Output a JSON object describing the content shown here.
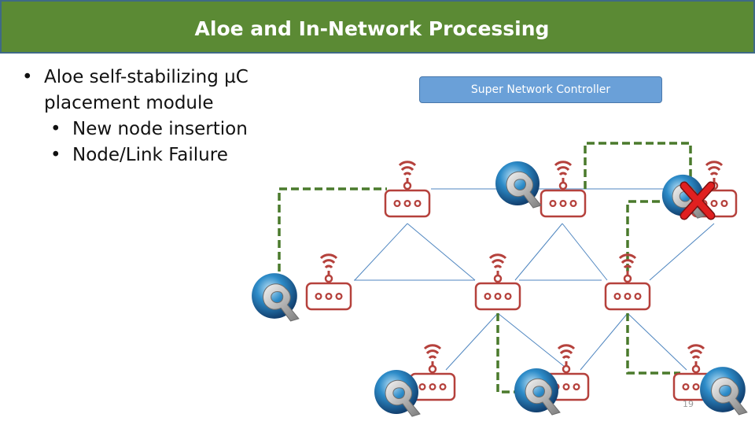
{
  "title": "Aloe and In-Network Processing",
  "bullets": {
    "main": "Aloe self-stabilizing µC placement module",
    "sub": [
      "New node insertion",
      "Node/Link Failure"
    ]
  },
  "controller_label": "Super Network Controller",
  "page_number": "19",
  "colors": {
    "title_bg": "#5b8a34",
    "router": "#b5413c",
    "link": "#4f86c0",
    "control_path": "#4a7a2c",
    "failure": "#e02020",
    "controller_box": "#6aa0d8"
  },
  "icons": [
    "router-icon",
    "controller-logo-icon",
    "failure-x-icon"
  ]
}
